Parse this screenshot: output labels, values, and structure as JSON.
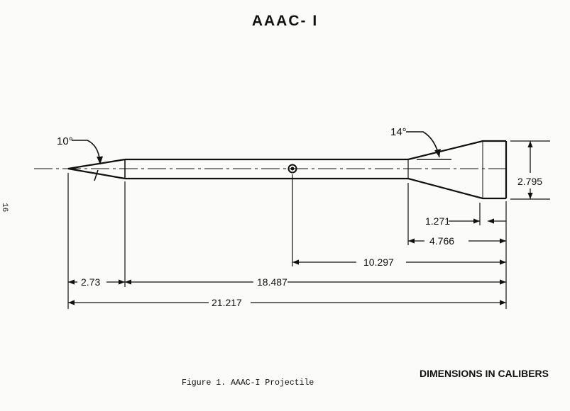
{
  "title": "AAAC- I",
  "page_number": "16",
  "caption": "Figure 1.  AAAC-I Projectile",
  "units_note": "DIMENSIONS IN CALIBERS",
  "angles": {
    "nose": "10°",
    "flare": "14°"
  },
  "dimensions": {
    "flare_diameter": "2.795",
    "flare_cylinder_length": "1.271",
    "flare_length": "4.766",
    "cg_from_base": "10.297",
    "nose_length": "2.73",
    "body_length": "18.487",
    "total_length": "21.217"
  }
}
